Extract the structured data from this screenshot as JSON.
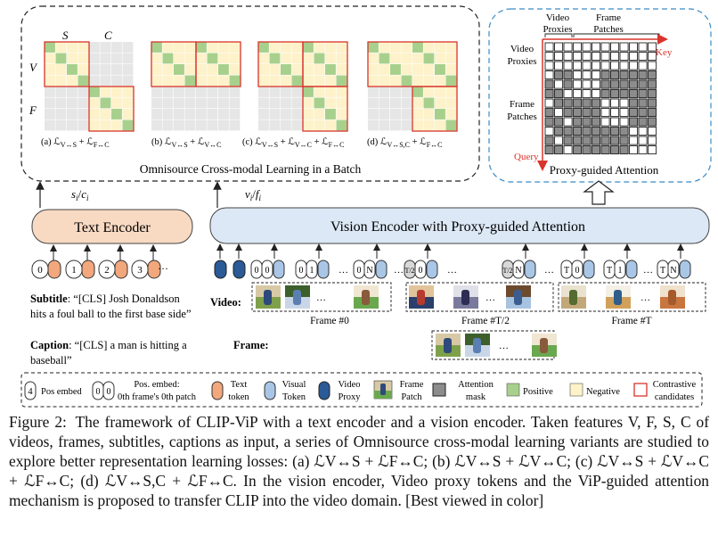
{
  "figure": {
    "panels": [
      {
        "label": "(a) ℒ",
        "sub": "V↔S",
        "plus": " + ℒ",
        "sub2": "F↔C"
      },
      {
        "label": "(b) ℒ",
        "sub": "V↔S",
        "plus": " + ℒ",
        "sub2": "V↔C"
      },
      {
        "label": "(c) ℒ",
        "sub": "V↔S",
        "plus": " + ℒ",
        "sub2": "V↔C",
        "plus2": " + ℒ",
        "sub3": "F↔C"
      },
      {
        "label": "(d) ℒ",
        "sub": "V↔S,C",
        "plus": " + ℒ",
        "sub2": "F↔C"
      }
    ],
    "matrix_labels": {
      "s": "S",
      "c": "C",
      "v": "V",
      "f": "F"
    },
    "omnisource_title": "Omnisource Cross-modal Learning in a Batch",
    "attention": {
      "title": "Proxy-guided Attention",
      "col_label_1a": "Video",
      "col_label_1b": "Proxies",
      "col_label_2a": "Frame",
      "col_label_2b": "Patches",
      "row_label_1a": "Video",
      "row_label_1b": "Proxies",
      "row_label_2a": "Frame",
      "row_label_2b": "Patches",
      "key": "Key",
      "query": "Query"
    },
    "text_encoder": "Text Encoder",
    "vision_encoder": "Vision Encoder with Proxy-guided Attention",
    "text_out_s": "s",
    "text_out_i": "i",
    "text_out_c": "c",
    "vision_out_v": "v",
    "vision_out_f": "f",
    "text_tokens": [
      "0",
      "1",
      "2",
      "3"
    ],
    "ellipsis": "…",
    "subtitle_label": "Subtitle",
    "subtitle_text": ": “[CLS] Josh Donaldson hits a foul ball to the first base side”",
    "caption_label": "Caption",
    "caption_text": ": “[CLS] a man is hitting a baseball”",
    "video_label": "Video:",
    "frame_label": "Frame:",
    "frame_0": "Frame #0",
    "frame_t2": "Frame #T/2",
    "frame_t": "Frame #T",
    "pos_tokens_0": [
      "0",
      "0",
      "0",
      "1",
      "0",
      "N"
    ],
    "pos_tokens_half": [
      "0",
      "N"
    ],
    "pos_tokens_t": [
      "T",
      "0",
      "T",
      "1",
      "T",
      "N"
    ],
    "legend": {
      "pos_embed_num": "4",
      "pos_embed": "Pos embed",
      "pos_embed2_title": "Pos. embed:",
      "pos_embed2_desc": "0th frame's 0th patch",
      "text_token_a": "Text",
      "text_token_b": "token",
      "visual_token_a": "Visual",
      "visual_token_b": "Token",
      "video_proxy_a": "Video",
      "video_proxy_b": "Proxy",
      "frame_patch_a": "Frame",
      "frame_patch_b": "Patch",
      "attention_mask_a": "Attention",
      "attention_mask_b": "mask",
      "positive": "Positive",
      "negative": "Negative",
      "contrastive_a": "Contrastive",
      "contrastive_b": "candidates"
    },
    "colors": {
      "text_encoder_fill": "#f8d9c2",
      "vision_encoder_fill": "#dce8f5",
      "text_token": "#f2a77c",
      "visual_token": "#a9c6e6",
      "video_proxy": "#2b5a96",
      "positive": "#a8d08d",
      "negative": "#fdf2c9",
      "mask": "#8c8c8c",
      "contrastive": "#d9342b",
      "attention_border": "#3b8cc8"
    }
  },
  "caption": {
    "label": "Figure 2:",
    "body": "The framework of CLIP-ViP with a text encoder and a vision encoder. Taken features V, F, S, C of videos, frames, subtitles, captions as input, a series of Omnisource cross-modal learning variants are studied to explore better representation learning losses: (a) ℒV↔S + ℒF↔C; (b) ℒV↔S + ℒV↔C; (c) ℒV↔S + ℒV↔C + ℒF↔C; (d) ℒV↔S,C + ℒF↔C. In the vision encoder, Video proxy tokens and the ViP-guided attention mechanism is proposed to transfer CLIP into the video domain. [Best viewed in color]"
  }
}
